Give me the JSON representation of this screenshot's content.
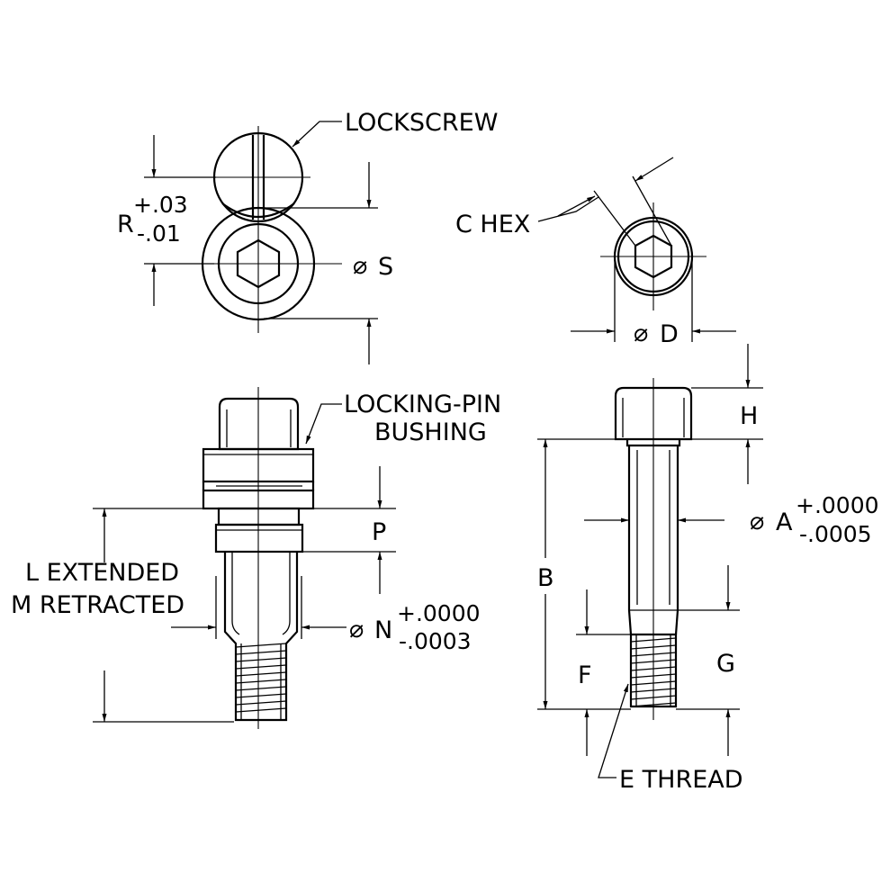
{
  "labels": {
    "lockscrew": "LOCKSCREW",
    "r_letter": "R",
    "r_plus": "+.03",
    "r_minus": "-.01",
    "s_dia": "S",
    "c_hex": "C HEX",
    "d_dia": "D",
    "locking_pin_line1": "LOCKING-PIN",
    "locking_pin_line2": "BUSHING",
    "p": "P",
    "l_extended": "L  EXTENDED",
    "m_retracted": "M  RETRACTED",
    "n_dia": "N",
    "n_plus": "+.0000",
    "n_minus": "-.0003",
    "h": "H",
    "a_dia": "A",
    "a_plus": "+.0000",
    "a_minus": "-.0005",
    "b": "B",
    "f": "F",
    "g": "G",
    "e_thread": "E THREAD"
  },
  "symbols": {
    "diameter": "⌀"
  }
}
